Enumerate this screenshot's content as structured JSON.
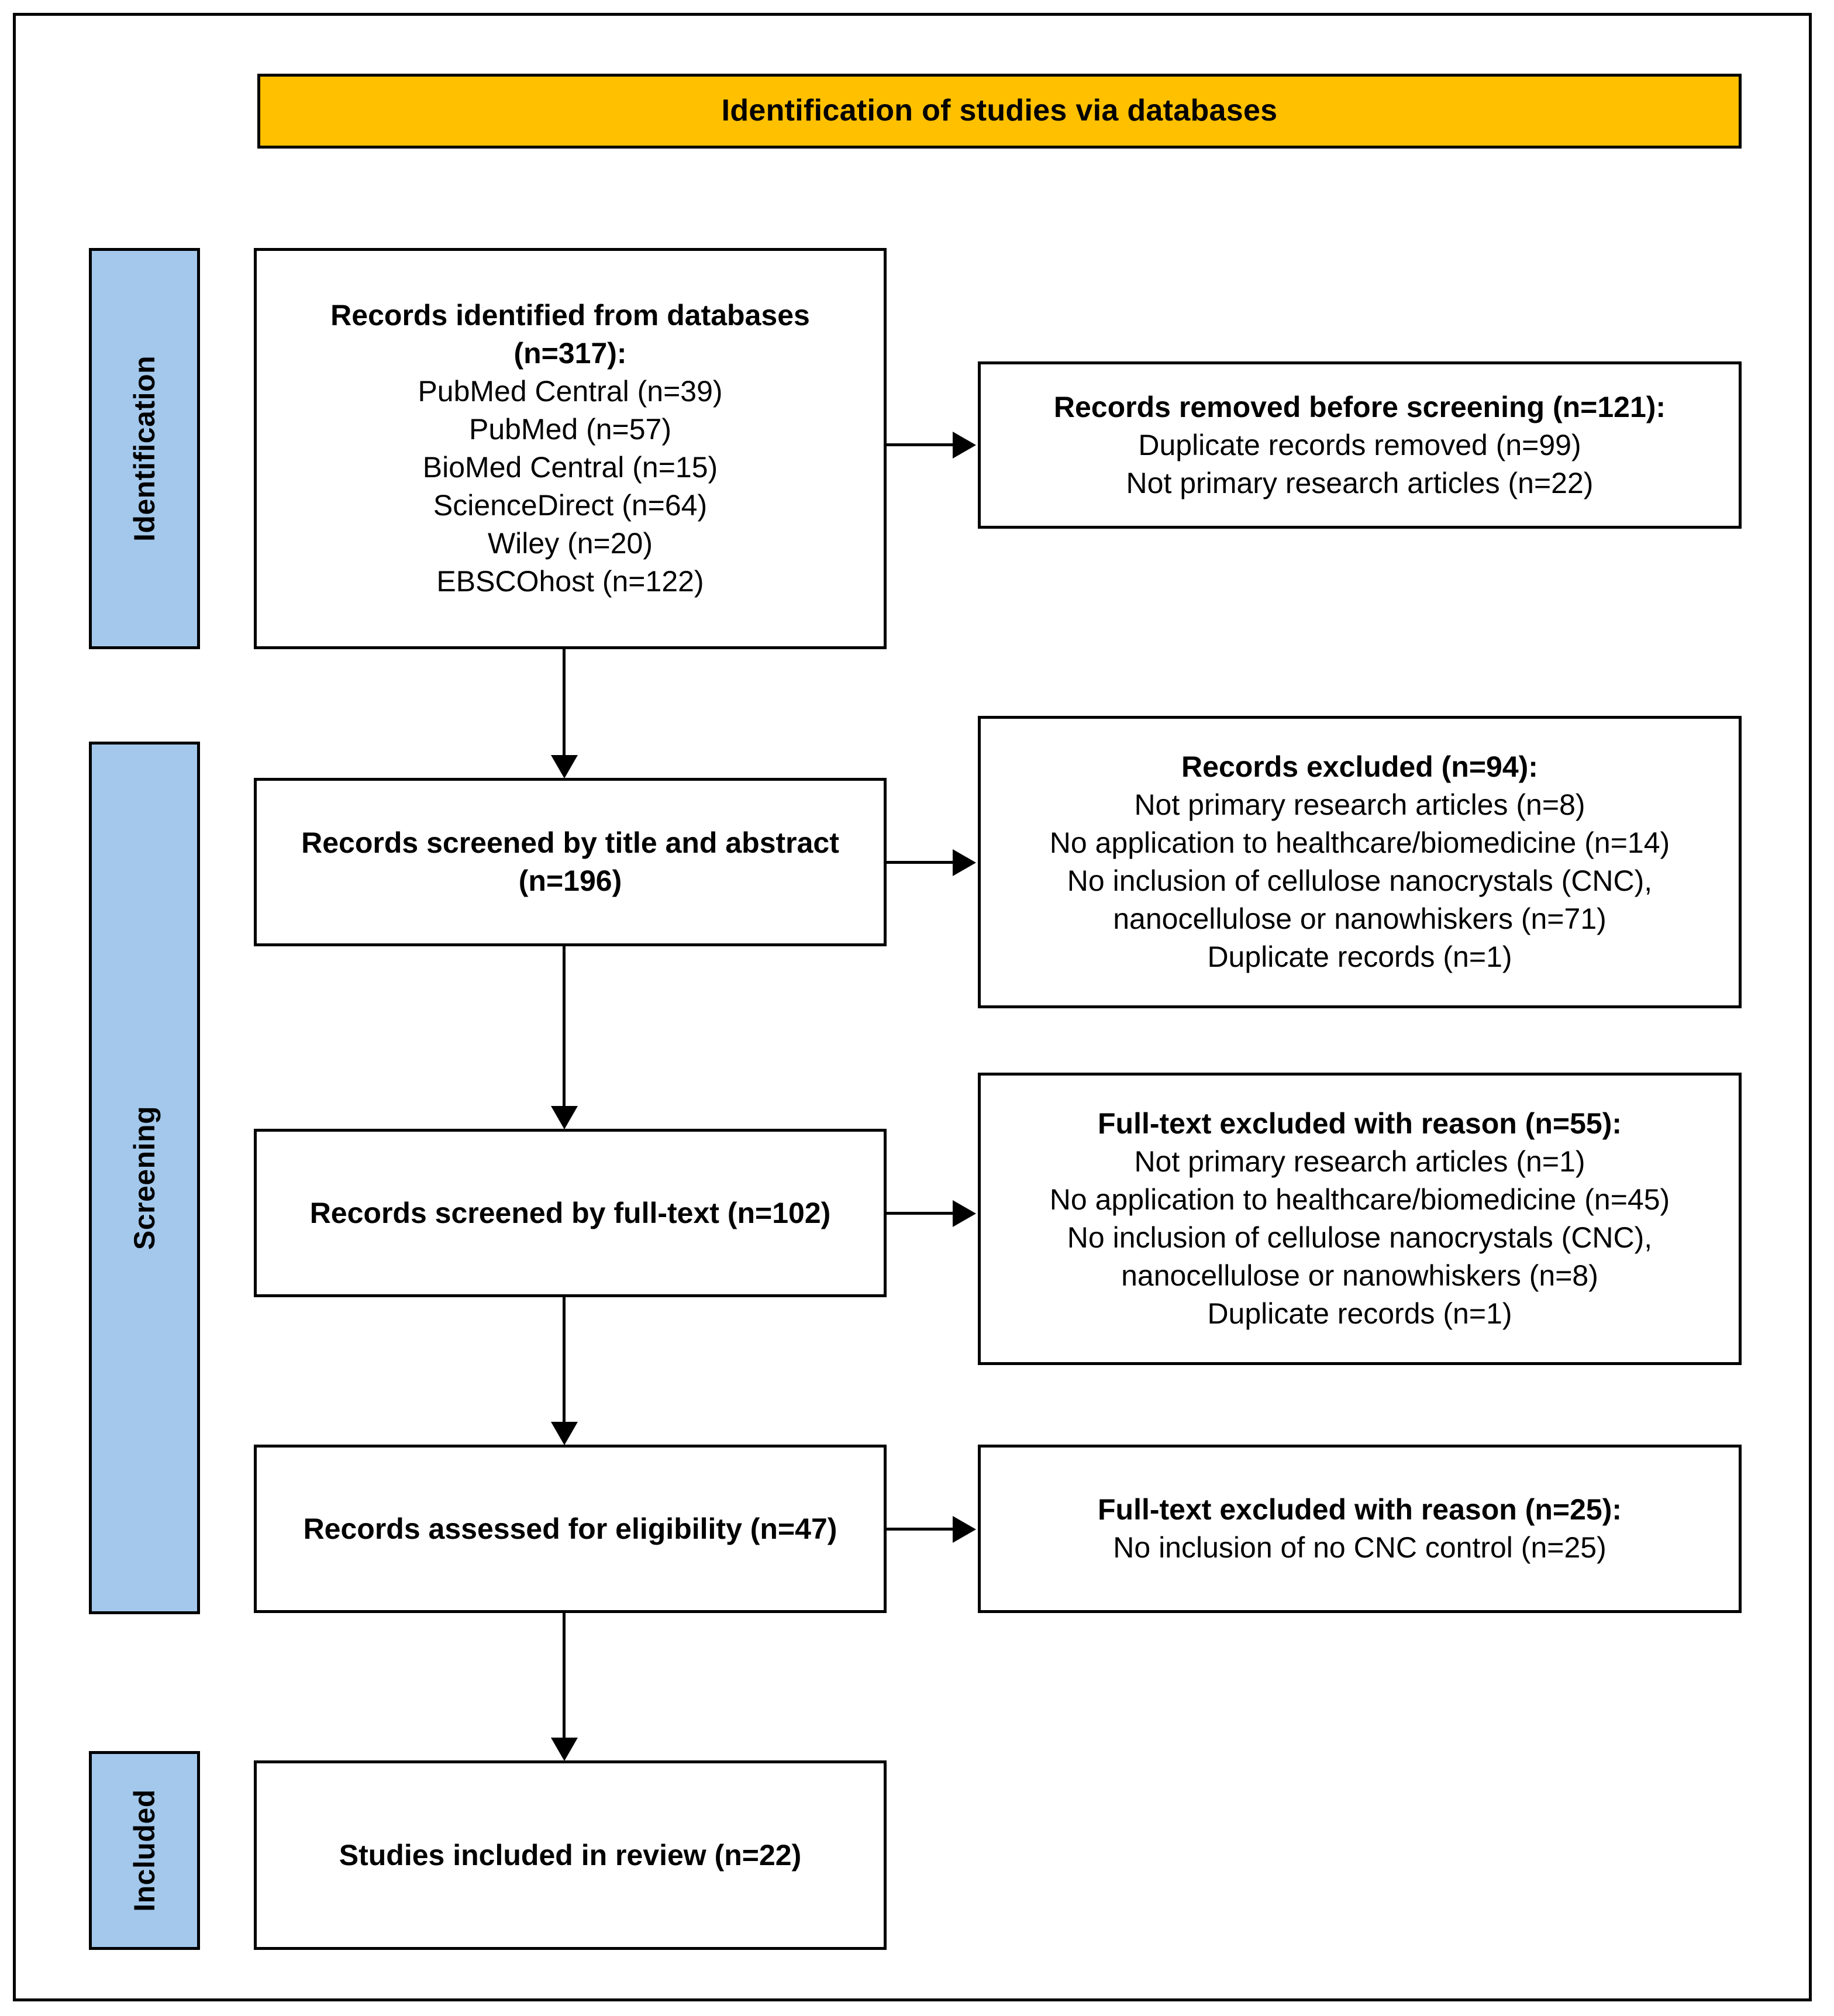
{
  "diagram": {
    "title_band": "Identification of studies via databases",
    "colors": {
      "band": "#FFC000",
      "stage_bar": "#A3C8EC",
      "border": "#000000",
      "box_fill": "#FFFFFF"
    },
    "stages": [
      {
        "id": "identification",
        "label": "Identification"
      },
      {
        "id": "screening",
        "label": "Screening"
      },
      {
        "id": "included",
        "label": "Included"
      }
    ],
    "nodes": {
      "records_identified": {
        "title_l1": "Records identified from databases",
        "title_l2": "(n=317):",
        "lines": [
          "PubMed Central (n=39)",
          "PubMed (n=57)",
          "BioMed Central (n=15)",
          "ScienceDirect (n=64)",
          "Wiley (n=20)",
          "EBSCOhost (n=122)"
        ]
      },
      "records_removed": {
        "title": "Records removed before screening (n=121):",
        "lines": [
          "Duplicate records removed (n=99)",
          "Not primary research articles (n=22)"
        ]
      },
      "screened_title_abstract": {
        "title_l1": "Records screened by title and abstract",
        "title_l2": "(n=196)"
      },
      "records_excluded_94": {
        "title": "Records excluded (n=94):",
        "lines": [
          "Not primary research articles (n=8)",
          "No application to healthcare/biomedicine (n=14)",
          "No inclusion of cellulose nanocrystals (CNC),",
          "nanocellulose or nanowhiskers (n=71)",
          "Duplicate records (n=1)"
        ]
      },
      "screened_full_text": {
        "title": "Records screened by full-text (n=102)"
      },
      "full_text_excluded_55": {
        "title": "Full-text excluded with reason (n=55):",
        "lines": [
          "Not primary research articles (n=1)",
          "No application to healthcare/biomedicine (n=45)",
          "No inclusion of cellulose nanocrystals (CNC),",
          "nanocellulose or nanowhiskers (n=8)",
          "Duplicate records (n=1)"
        ]
      },
      "assessed_eligibility": {
        "title": "Records assessed for eligibility (n=47)"
      },
      "full_text_excluded_25": {
        "title": "Full-text excluded with reason (n=25):",
        "lines": [
          "No inclusion of no CNC control (n=25)"
        ]
      },
      "studies_included": {
        "title": "Studies included in review (n=22)"
      }
    },
    "counts": {
      "identified_total": 317,
      "pubmed_central": 39,
      "pubmed": 57,
      "biomed_central": 15,
      "sciencedirect": 64,
      "wiley": 20,
      "ebscohost": 122,
      "removed_before_screening": 121,
      "duplicates_removed": 99,
      "not_primary_removed": 22,
      "screened_title_abstract": 196,
      "excluded_title_abstract": 94,
      "screened_full_text": 102,
      "excluded_full_text": 55,
      "assessed_eligibility": 47,
      "excluded_eligibility": 25,
      "included": 22
    }
  }
}
